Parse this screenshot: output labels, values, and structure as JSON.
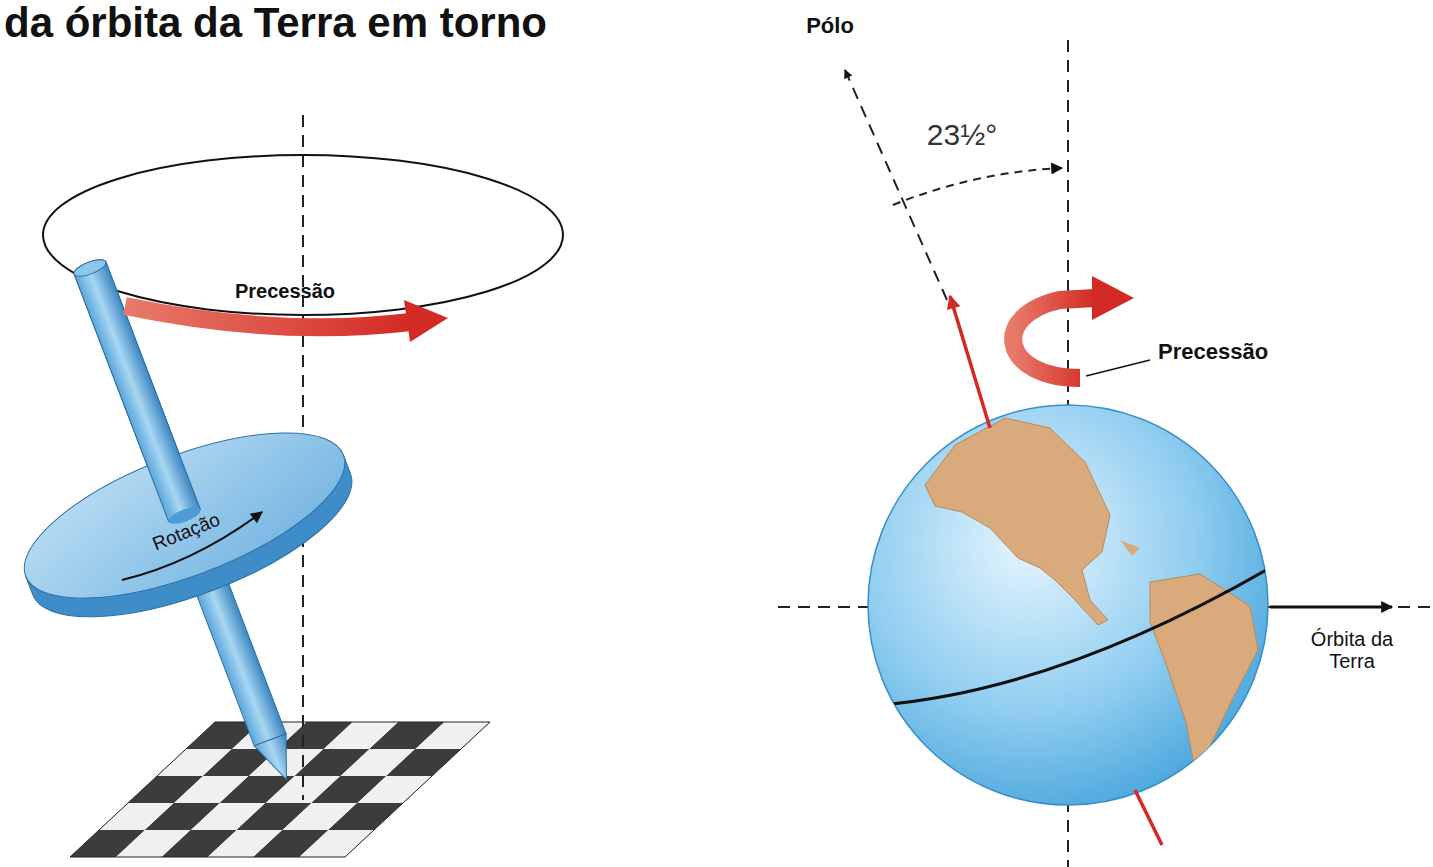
{
  "diagram": {
    "title": "da órbita da Terra em torno",
    "labels": [
      "Precessão",
      "Rotação",
      "Pólo",
      "23½°",
      "Precessão",
      "Órbita da Terra"
    ]
  }
}
